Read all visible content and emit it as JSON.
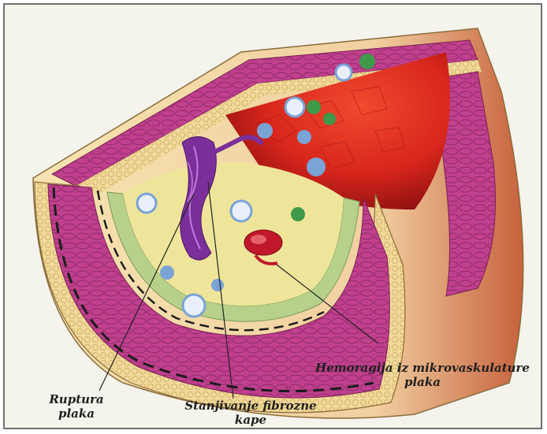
{
  "labels": {
    "hemorrhage_line1": "Hemoragija iz mikrovaskulature",
    "hemorrhage_line2": "plaka",
    "rupture_line1": "Ruptura",
    "rupture_line2": "plaka",
    "thinning_line1": "Stanjivanje fibrozne",
    "thinning_line2": "kape"
  },
  "colors": {
    "frame_border": "#6f6f6f",
    "background": "#f4f3ec",
    "muscle": "#c0408e",
    "muscle_dark": "#8e2a6a",
    "adventitia": "#f1d99a",
    "lumen": "#d8261c",
    "plaque_core": "#efe59a",
    "fibrous_cap": "#b7d08a",
    "rupture": "#7a2f9a",
    "hemorrhage": "#c0182a",
    "white_cell": "#7aa3d6",
    "green_cell": "#3e9a4a"
  }
}
